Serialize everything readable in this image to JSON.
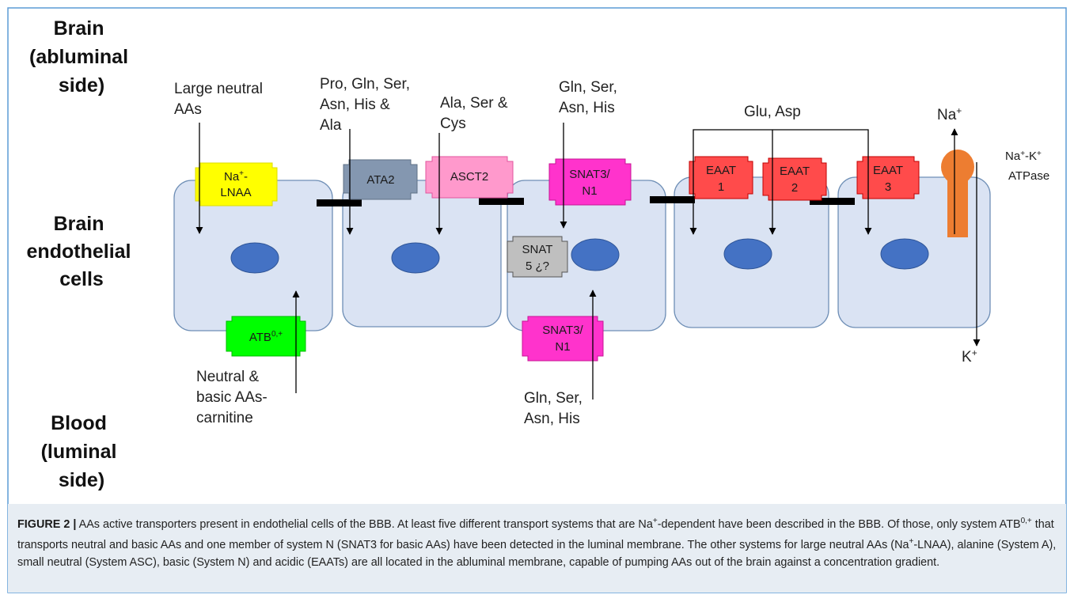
{
  "diagram": {
    "brain_label": [
      "Brain",
      "(abluminal",
      "side)"
    ],
    "endothelial_label": [
      "Brain",
      "endothelial",
      "cells"
    ],
    "blood_label": [
      "Blood",
      "(luminal",
      "side)"
    ],
    "substrates": {
      "large_neutral": [
        "Large neutral",
        "AAs"
      ],
      "pro_gln": [
        "Pro, Gln, Ser,",
        "Asn, His &",
        "Ala"
      ],
      "ala_ser_cys": [
        "Ala, Ser &",
        "Cys"
      ],
      "gln_top": [
        "Gln, Ser,",
        "Asn, His"
      ],
      "glu_asp": "Glu, Asp",
      "neutral_basic": [
        "Neutral &",
        "basic AAs-",
        "carnitine"
      ],
      "gln_bottom": [
        "Gln, Ser,",
        "Asn, His"
      ]
    },
    "transporters": {
      "na_lnaa": [
        "Na",
        "+",
        "-",
        "LNAA"
      ],
      "ata2": "ATA2",
      "asct2": "ASCT2",
      "snat3_top": [
        "SNAT3/",
        "N1"
      ],
      "snat5": [
        "SNAT",
        "5 ¿?"
      ],
      "snat3_bottom": [
        "SNAT3/",
        "N1"
      ],
      "atb": [
        "ATB",
        "0,+"
      ],
      "eaat1": [
        "EAAT",
        "1"
      ],
      "eaat2": [
        "EAAT",
        "2"
      ],
      "eaat3": [
        "EAAT",
        "3"
      ]
    },
    "pump": {
      "na_top": [
        "Na",
        "+"
      ],
      "k_bottom": [
        "K",
        "+"
      ],
      "label": [
        "Na",
        "+",
        "-K",
        "+",
        "ATPase"
      ]
    },
    "colors": {
      "cell_fill": "#dae3f3",
      "cell_stroke": "#6f8fb6",
      "nucleus": "#4472c4",
      "na_lnaa": "#ffff00",
      "ata2": "#8497b0",
      "asct2": "#ff99cc",
      "snat3": "#ff33cc",
      "snat5": "#bfbfbf",
      "atb": "#00ff00",
      "eaat": "#ff4b4b",
      "pump": "#ed7d31"
    }
  },
  "caption": {
    "label": "FIGURE 2 |",
    "parts": [
      " AAs active transporters present in endothelial cells of the BBB. At least five different transport systems that are Na",
      "+",
      "-dependent have been described in the BBB. Of those, only system ATB",
      "0,+",
      " that transports neutral and basic AAs and one member of system N (SNAT3 for basic AAs) have been detected in the luminal membrane. The other systems for large neutral AAs (Na",
      "+",
      "-LNAA), alanine (System A), small neutral (System ASC), basic (System N) and acidic (EAATs) are all located in the abluminal membrane, capable of pumping AAs out of the brain against a concentration gradient."
    ]
  }
}
